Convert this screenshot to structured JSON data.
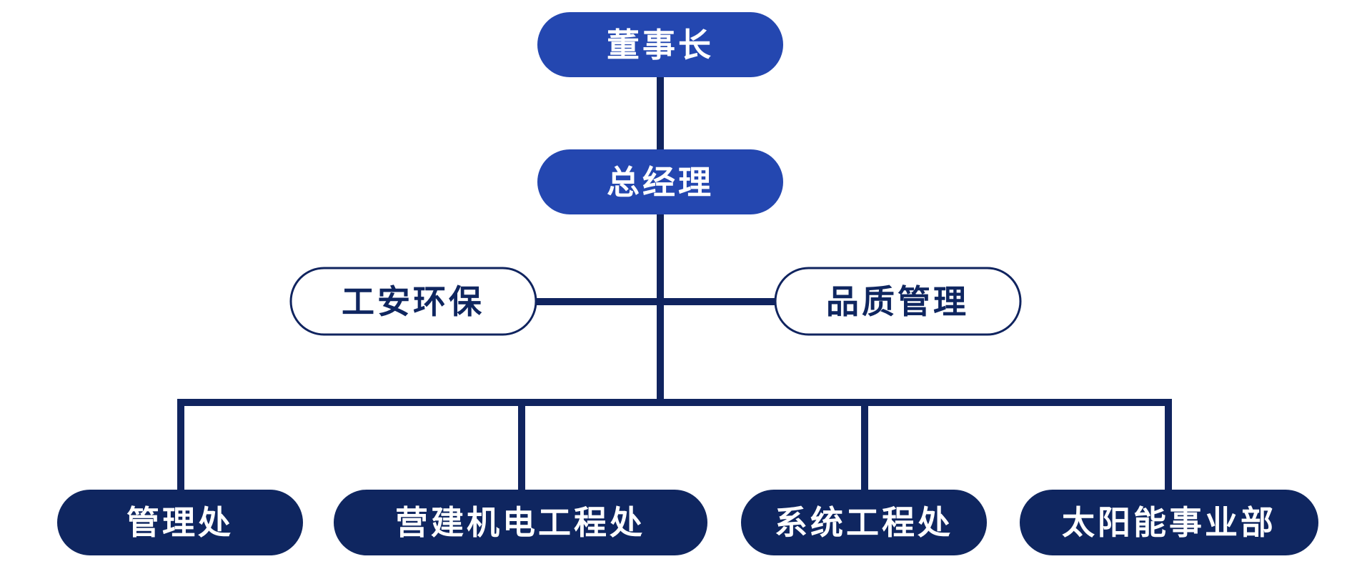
{
  "colors": {
    "primary": "#2447b0",
    "navy": "#0f2660",
    "line": "#10245f",
    "white": "#ffffff",
    "outline_text": "#0f2660"
  },
  "nodes": {
    "chairman": {
      "label": "董事长"
    },
    "general_manager": {
      "label": "总经理"
    },
    "safety_env": {
      "label": "工安环保"
    },
    "quality_mgmt": {
      "label": "品质管理"
    },
    "admin_dept": {
      "label": "管理处"
    },
    "construction_dept": {
      "label": "营建机电工程处"
    },
    "systems_dept": {
      "label": "系统工程处"
    },
    "solar_division": {
      "label": "太阳能事业部"
    }
  }
}
